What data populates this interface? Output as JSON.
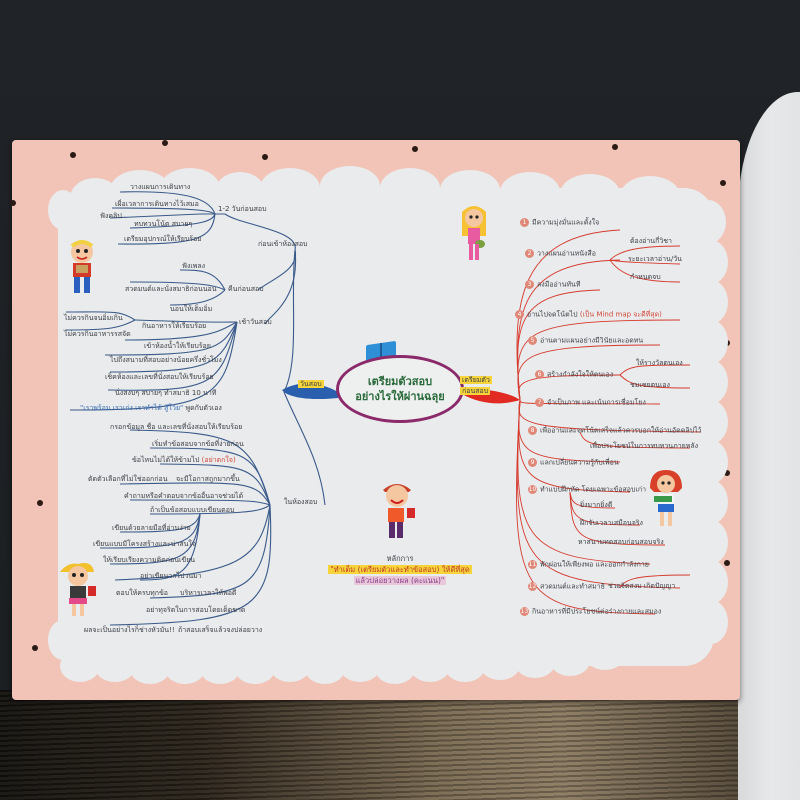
{
  "mindmap": {
    "center": {
      "line1": "เตรียมตัวสอบ",
      "line2": "อย่างไรให้ผ่านฉลุย",
      "icon": "book-icon"
    },
    "left_branch": {
      "label": "วันสอบ",
      "color": "#2a5fae",
      "groups": [
        {
          "label": "ก่อนเข้าห้องสอบ",
          "subgroups": [
            {
              "label": "1-2 วันก่อนสอบ",
              "items": [
                "วางแผนการเดินทาง",
                "เผื่อเวลาการเดินทางไว้เสมอ",
                {
                  "text": "ทบทวนโน้ต สบายๆ",
                  "note": "ฟังคลิป"
                },
                "เตรียมอุปกรณ์ให้เรียบร้อย"
              ]
            },
            {
              "label": "คืนก่อนสอบ",
              "items": [
                "ฟังเพลง",
                "สวดมนต์และนั่งสมาธิก่อนนอน",
                "นอนให้เต็มอิ่ม"
              ]
            },
            {
              "label": "เช้าวันสอบ",
              "items": [
                {
                  "text": "กินอาหารให้เรียบร้อย",
                  "notes": [
                    "ไม่ควรกินจนอิ่มเกิน",
                    "ไม่ควรกินอาหารรสจัด"
                  ]
                },
                "เข้าห้องน้ำให้เรียบร้อย",
                "ไปถึงสนามที่สอบอย่างน้อยครึ่งชั่วโมง",
                "เช็คห้องและเลขที่นั่งสอบให้เรียบร้อย",
                "นั่งสงบๆ สบายๆ ทำสมาธิ 10 นาที",
                {
                  "text": "พูดกับตัวเอง",
                  "quote": "\"เราพร้อม เราเก่ง เราทำได้ สู้โว้ย\""
                }
              ]
            }
          ]
        },
        {
          "label": "ในห้องสอบ",
          "items": [
            "กรอกข้อมูล ชื่อ และเลขที่นั่งสอบให้เรียบร้อย",
            "เริ่มทำข้อสอบจากข้อที่ง่ายก่อน",
            {
              "text": "ข้อไหนไม่ได้ให้ข้ามไป",
              "highlight": "(อย่าตกใจ)"
            },
            {
              "text": "จะมีโอกาสถูกมากขึ้น",
              "note": "ตัดตัวเลือกที่ไม่ใช่ออกก่อน"
            },
            "คำถามหรือคำตอบจากข้ออื่นอาจช่วยได้",
            {
              "text": "ถ้าเป็นข้อสอบแบบเขียนตอบ",
              "items": [
                "เขียนด้วยลายมือที่อ่านง่าย",
                "เขียนแบบมีโครงสร้างและน่าสนใจ",
                "ให้เรียบเรียงความคิดก่อนเขียน",
                "อย่าเขียนวกไปวนมา"
              ]
            },
            {
              "text": "บริหารเวลาให้พอดี",
              "note": "ตอบให้ครบทุกข้อ"
            },
            "อย่าทุจริตในการสอบโดยเด็ดขาด",
            {
              "text": "ถ้าสอบเสร็จแล้วจงปล่อยวาง",
              "note": "ผลจะเป็นอย่างไรก็ช่างหัวมัน!!"
            }
          ]
        }
      ]
    },
    "right_branch": {
      "label_line1": "เตรียมตัว",
      "label_line2": "ก่อนสอบ",
      "color": "#d63a2e",
      "items": [
        {
          "n": "1",
          "text": "มีความมุ่งมั่นและตั้งใจ"
        },
        {
          "n": "2",
          "text": "วางแผนอ่านหนังสือ",
          "sub": [
            "ต้องอ่านกี่วิชา",
            "ระยะเวลาอ่าน/วัน",
            "กำหนดจบ"
          ]
        },
        {
          "n": "3",
          "text": "ลงมืออ่านทันที"
        },
        {
          "n": "4",
          "text": "อ่านไปจดโน้ตไป",
          "highlight": "(เป็น Mind map จะดีที่สุด)"
        },
        {
          "n": "5",
          "text": "อ่านตามแผนอย่างมีวินัยและอดทน"
        },
        {
          "n": "6",
          "text": "สร้างกำลังใจให้ตนเอง",
          "sub": [
            "ให้รางวัลตนเอง",
            "ชมเชยตนเอง"
          ]
        },
        {
          "n": "7",
          "text": "จำเป็นภาพ และเน้นการเชื่อมโยง"
        },
        {
          "n": "8",
          "text": "เพื่ออ่านและจดโน้ตเสร็จแล้วควรบอกให้อ่านอัดคลิปไว้",
          "sub": [
            "เพื่อประโยชน์ในการทบทวนภายหลัง"
          ]
        },
        {
          "n": "9",
          "text": "แลกเปลี่ยนความรู้กับเพื่อน"
        },
        {
          "n": "10",
          "text": "ทำแบบฝึกหัด โดยเฉพาะข้อสอบเก่า",
          "sub": [
            "ยิ่งมากยิ่งดี",
            "ฝึกจับเวลาเสมือนจริง",
            "หาสนามทดสอบก่อนสอบจริง"
          ]
        },
        {
          "n": "11",
          "text": "พักผ่อนให้เพียงพอ และออกกำลังกาย"
        },
        {
          "n": "12",
          "text": "สวดมนต์และทำสมาธิ",
          "sub": [
            "ช่วยจิตสงบ เกิดปัญญา"
          ]
        },
        {
          "n": "13",
          "text": "กินอาหารที่มีประโยชน์ต่อร่างกายและสมอง"
        }
      ]
    },
    "principle": {
      "title": "หลักการ",
      "line1": "\"ทำเต็ม (เตรียมตัวและทำข้อสอบ) ให้ดีที่สุด",
      "line2": "แล้วปล่อยวางผล (คะแนน)\""
    },
    "illustrations": [
      "boy-holding-book-icon",
      "girl-blonde-icon",
      "boy-red-hair-icon",
      "girl-pigtail-icon",
      "girl-red-bob-icon"
    ]
  },
  "colors": {
    "page_border": "#f2c4b7",
    "cloud": "#e9ebec",
    "left_lines": "#3a5a8a",
    "right_lines": "#d63a2e",
    "center_border": "#8a2a6a",
    "center_text": "#2a6a3a",
    "highlight_yellow": "#f6d43a",
    "highlight_pink": "#e7c7d9"
  }
}
